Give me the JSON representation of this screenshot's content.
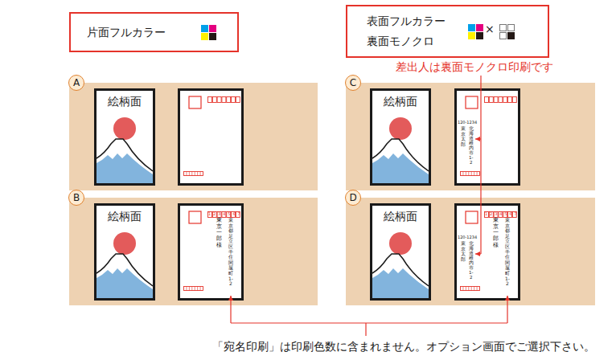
{
  "diagram": {
    "nodes": [
      {
        "text": [
          "片面フルカラー"
        ]
      },
      {
        "text": [
          "表面フルカラー 裏面モノクロ"
        ]
      },
      {
        "text": [
          "A"
        ]
      },
      {
        "text": [
          "絵柄面"
        ],
        "in": 2
      },
      {
        "text": [
          "B"
        ]
      },
      {
        "text": [
          "絵柄面"
        ],
        "in": 4
      },
      {
        "text": [
          "1234567",
          "東京都足立区千住関屋町1-2",
          "東京一郎 様"
        ],
        "in": 4
      },
      {
        "text": [
          "C"
        ]
      },
      {
        "text": [
          "絵柄面"
        ],
        "in": 7
      },
      {
        "text": [
          "120-1234",
          "北海道稚内市1-2",
          "東京太郎"
        ],
        "in": 7
      },
      {
        "text": [
          "D"
        ]
      },
      {
        "text": [
          "絵柄面"
        ],
        "in": 10
      },
      {
        "text": [
          "1234567",
          "東京都足立区千住関屋町1-2",
          "東京一郎 様",
          "120-1234",
          "北海道稚内市1-2",
          "東京太郎"
        ],
        "in": 10
      }
    ],
    "labels": [
      "×",
      "差出人は裏面モノクロ印刷です",
      "「宛名印刷」は印刷色数に含まれません。オプション画面でご選択下さい。"
    ]
  }
}
